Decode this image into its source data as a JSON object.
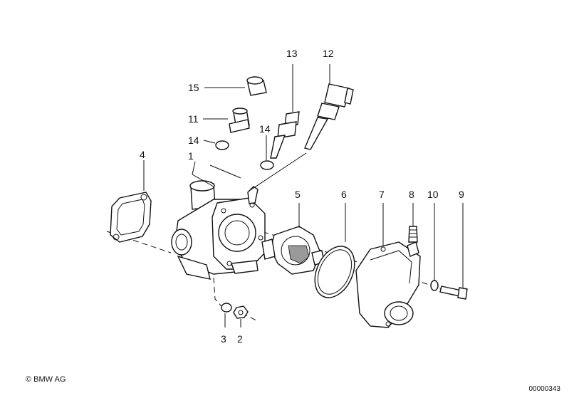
{
  "labels": {
    "l1": "1",
    "l2": "2",
    "l3": "3",
    "l4": "4",
    "l5": "5",
    "l6": "6",
    "l7": "7",
    "l8": "8",
    "l9": "9",
    "l10": "10",
    "l11": "11",
    "l12": "12",
    "l13": "13",
    "l14a": "14",
    "l14b": "14",
    "l15": "15"
  },
  "footer": {
    "copyright": "© BMW AG",
    "doc_id": "00000343"
  }
}
